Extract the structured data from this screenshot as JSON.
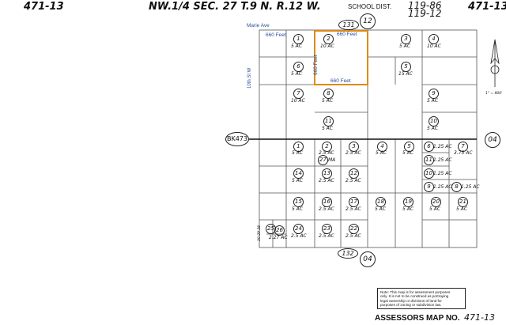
{
  "header": {
    "page_left": "471-13",
    "title": "NW.1/4 SEC. 27 T.9 N. R.12 W.",
    "school_dist_label": "SCHOOL DIST.",
    "school_dist_1": "119-86",
    "school_dist_2": "119-12",
    "page_right": "471-13"
  },
  "streets": {
    "marie_ave": "Marie Ave",
    "tenth_st_w": "10th St W"
  },
  "measurements": {
    "top_left": "660 Feet",
    "top_right": "660 Feet",
    "left_vertical": "660 Feet",
    "bottom": "660 Feet"
  },
  "references": {
    "top_oval": "131",
    "top_circle": "12",
    "bk": "BK473",
    "right_circle": "04",
    "bottom_oval": "132",
    "bottom_circle": "04"
  },
  "parcels": [
    {
      "num": "1",
      "acres": "5 AC"
    },
    {
      "num": "2",
      "acres": "10 AC"
    },
    {
      "num": "3",
      "acres": "5 AC"
    },
    {
      "num": "4",
      "acres": "10 AC"
    },
    {
      "num": "6",
      "acres": "5 AC"
    },
    {
      "num": "5",
      "acres": "15 AC"
    },
    {
      "num": "7",
      "acres": "10 AC"
    },
    {
      "num": "8",
      "acres": "5 AC"
    },
    {
      "num": "9",
      "acres": "5 AC"
    },
    {
      "num": "11",
      "acres": "5 AC"
    },
    {
      "num": "10",
      "acres": "5 AC"
    },
    {
      "num": "1",
      "acres": "5 AC"
    },
    {
      "num": "2",
      "acres": "2.5 AC"
    },
    {
      "num": "3",
      "acres": "2.5 AC"
    },
    {
      "num": "4",
      "acres": "5 AC"
    },
    {
      "num": "5",
      "acres": "5 AC"
    },
    {
      "num": "6",
      "acres": "1.25 AC"
    },
    {
      "num": "7",
      "acres": "3.75 AC"
    },
    {
      "num": "27",
      "acres": "MA"
    },
    {
      "num": "11",
      "acres": "1.25 AC"
    },
    {
      "num": "14",
      "acres": "5 AC"
    },
    {
      "num": "13",
      "acres": "2.5 AC"
    },
    {
      "num": "12",
      "acres": "2.5 AC"
    },
    {
      "num": "10",
      "acres": "1.25 AC"
    },
    {
      "num": "9",
      "acres": "1.25 AC"
    },
    {
      "num": "8",
      "acres": "1.25 AC"
    },
    {
      "num": "15",
      "acres": "5 AC"
    },
    {
      "num": "16",
      "acres": "2.5 AC"
    },
    {
      "num": "17",
      "acres": "2.5 AC"
    },
    {
      "num": "18",
      "acres": "5 AC"
    },
    {
      "num": "19",
      "acres": "5 AC"
    },
    {
      "num": "20",
      "acres": "5 AC"
    },
    {
      "num": "21",
      "acres": "5 AC"
    },
    {
      "num": "25",
      "acres": ""
    },
    {
      "num": "26",
      "acres": ""
    },
    {
      "num": "24",
      "acres": "2.5 AC"
    },
    {
      "num": "23",
      "acres": "2.5 AC"
    },
    {
      "num": "22",
      "acres": "2.5 AC"
    }
  ],
  "small_labels": {
    "ac_27": "2.27 AC",
    "sub_lots": "30 29 28"
  },
  "legend": {
    "scale": "1\" = 800'"
  },
  "note": "Note: This map is for assessment purposes\nonly. It is not to be construed as portraying\nlegal ownership or divisions of land for\npurposes of zoning or subdivision law.",
  "footer": {
    "label": "ASSESSORS MAP NO.",
    "number": "471-13"
  }
}
